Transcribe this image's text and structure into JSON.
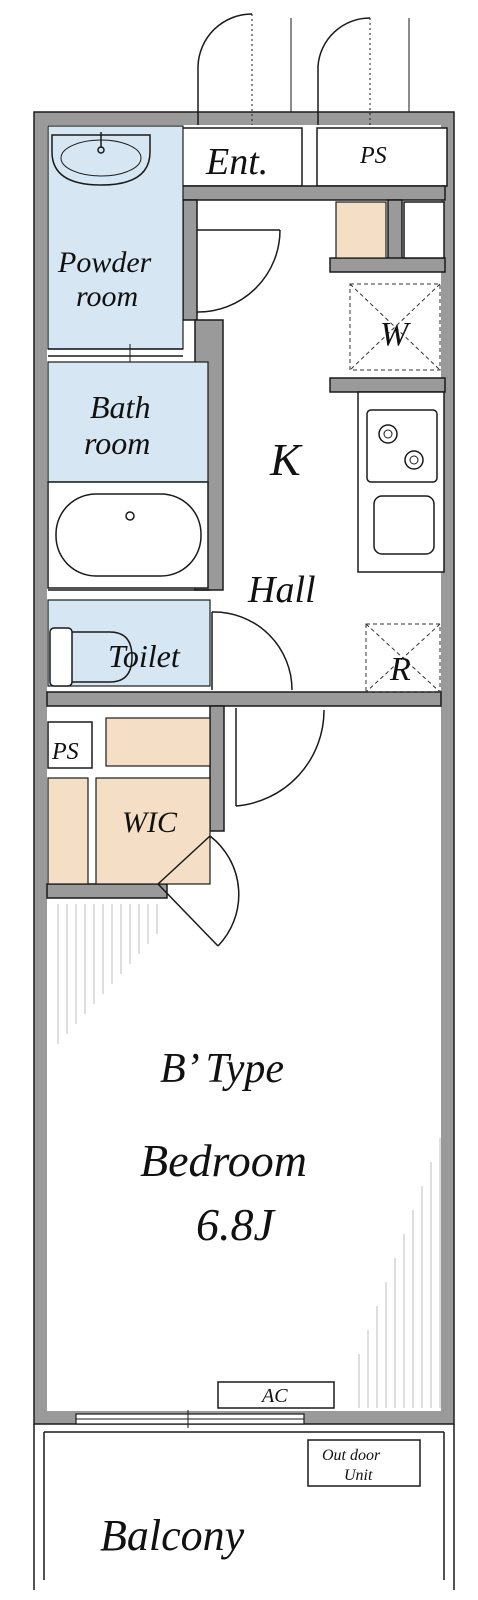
{
  "plan": {
    "type_title": "B’ Type",
    "rooms": {
      "entrance": "Ent.",
      "ps_top": "PS",
      "powder_room_line1": "Powder",
      "powder_room_line2": "room",
      "washer": "W",
      "bath_room_line1": "Bath",
      "bath_room_line2": "room",
      "kitchen": "K",
      "hall": "Hall",
      "toilet": "Toilet",
      "refrigerator": "R",
      "ps_left": "PS",
      "wic": "WIC",
      "bedroom": "Bedroom",
      "bedroom_size": "6.8J",
      "ac": "AC",
      "outdoor_unit_line1": "Out door",
      "outdoor_unit_line2": "Unit",
      "balcony": "Balcony"
    },
    "colors": {
      "wall": "#9a9a9a",
      "wet_area": "#d6e6f3",
      "storage": "#f4dfc6",
      "line": "#1a1a1a"
    }
  }
}
